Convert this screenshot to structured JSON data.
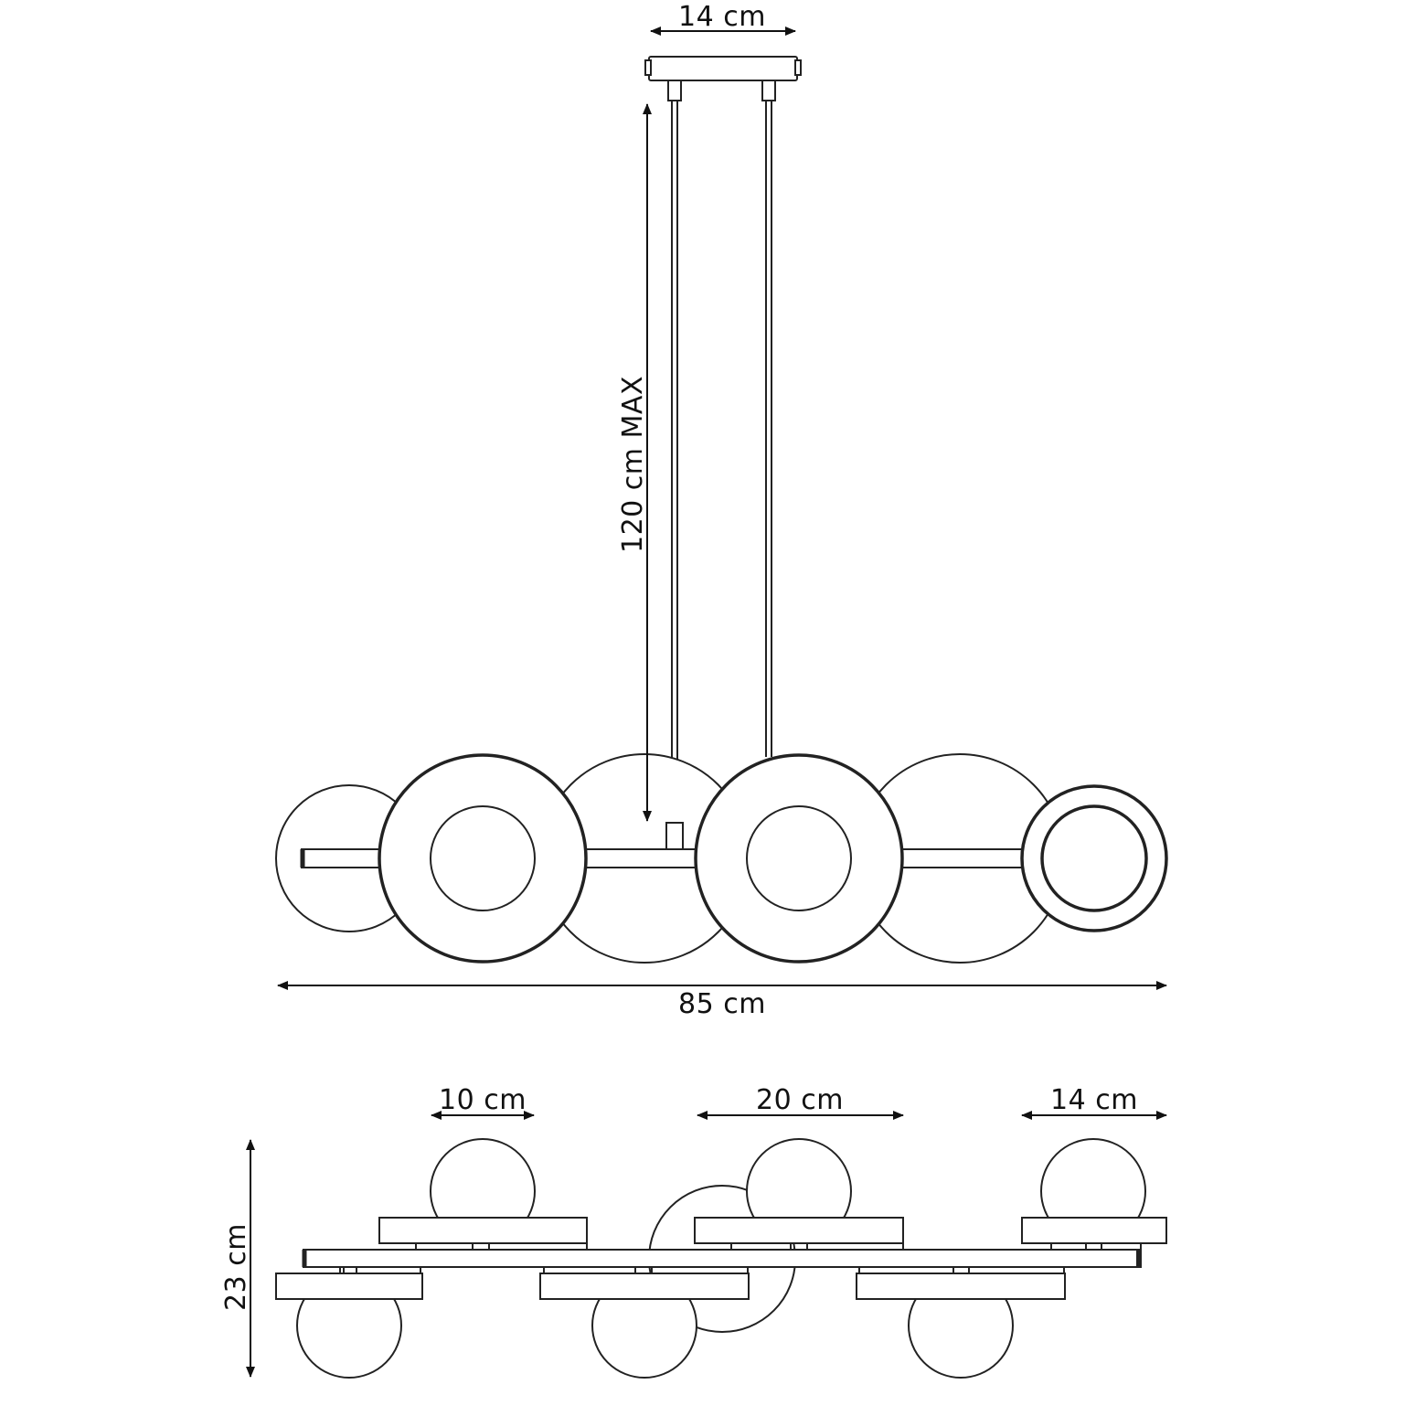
{
  "diagram": {
    "front_view": {
      "canopy_width": "14 cm",
      "max_drop": "120 cm MAX",
      "total_width": "85 cm"
    },
    "side_view": {
      "small_shade": "10 cm",
      "medium_disc": "20 cm",
      "disc_width": "14 cm",
      "height": "23 cm"
    }
  }
}
